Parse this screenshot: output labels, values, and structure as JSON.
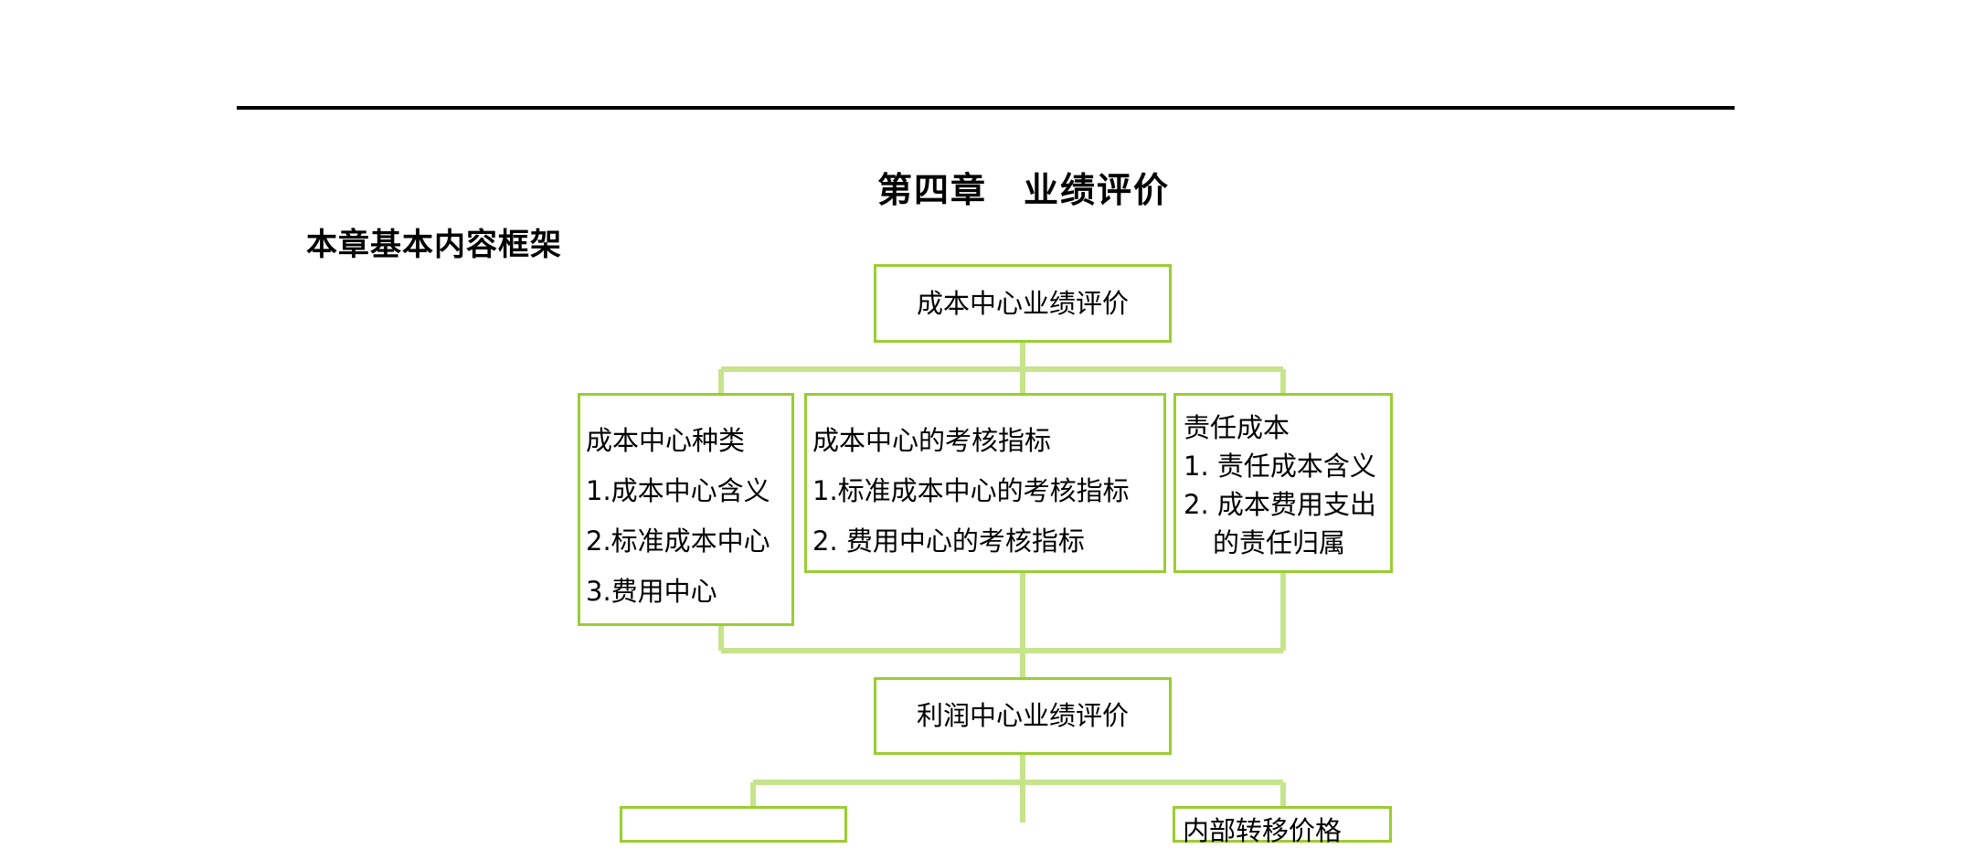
{
  "document": {
    "chapter_title": "第四章　业绩评价",
    "section_heading": "本章基本内容框架"
  },
  "diagram": {
    "cost_center_root": "成本中心业绩评价",
    "cost_center_types": {
      "title": "成本中心种类",
      "items": [
        "1.成本中心含义",
        "2.标准成本中心",
        "3.费用中心"
      ]
    },
    "cost_center_metrics": {
      "title": "成本中心的考核指标",
      "items": [
        "1.标准成本中心的考核指标",
        "2. 费用中心的考核指标"
      ]
    },
    "responsibility_cost": {
      "title": "责任成本",
      "items": [
        "1. 责任成本含义",
        "2. 成本费用支出",
        "的责任归属"
      ]
    },
    "profit_center_root": "利润中心业绩评价",
    "profit_center_right_partial": "内部转移价格"
  },
  "colors": {
    "connector": "#c6e48b",
    "box_border": "#9acd32"
  }
}
